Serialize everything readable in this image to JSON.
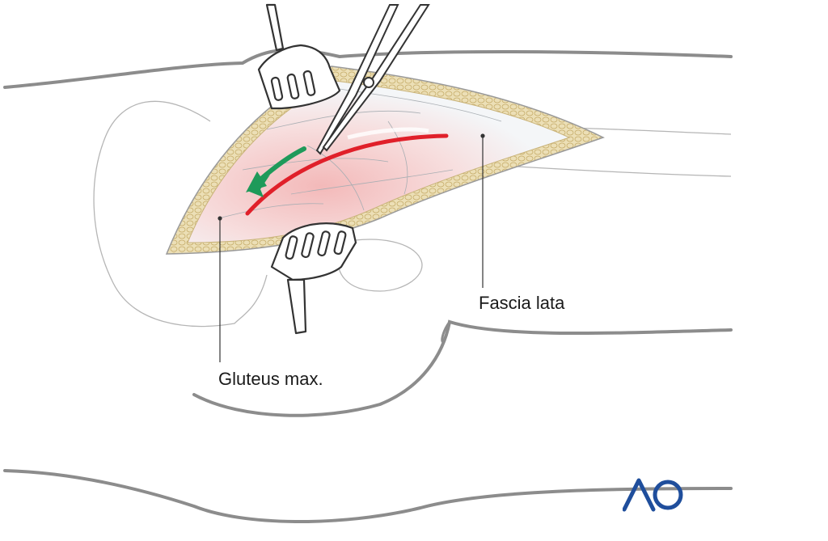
{
  "labels": {
    "fascia_lata": "Fascia lata",
    "gluteus_max": "Gluteus max."
  },
  "logo": {
    "text": "AO",
    "color": "#1f4e9c"
  },
  "colors": {
    "outline": "#8a8a8a",
    "bone": "#b8b8b8",
    "fat_fill": "#e9dcb4",
    "fat_stroke": "#c9b37a",
    "muscle": "#f1c6c6",
    "fascia": "#eef2f5",
    "incision": "#e0202a",
    "arrow": "#1f9a5a",
    "instrument": "#3a3a3a"
  },
  "icons": {
    "upper_retractor": "retractor-icon",
    "lower_retractor": "retractor-icon",
    "scissors": "scissors-icon",
    "direction_arrow": "arrow-icon"
  }
}
